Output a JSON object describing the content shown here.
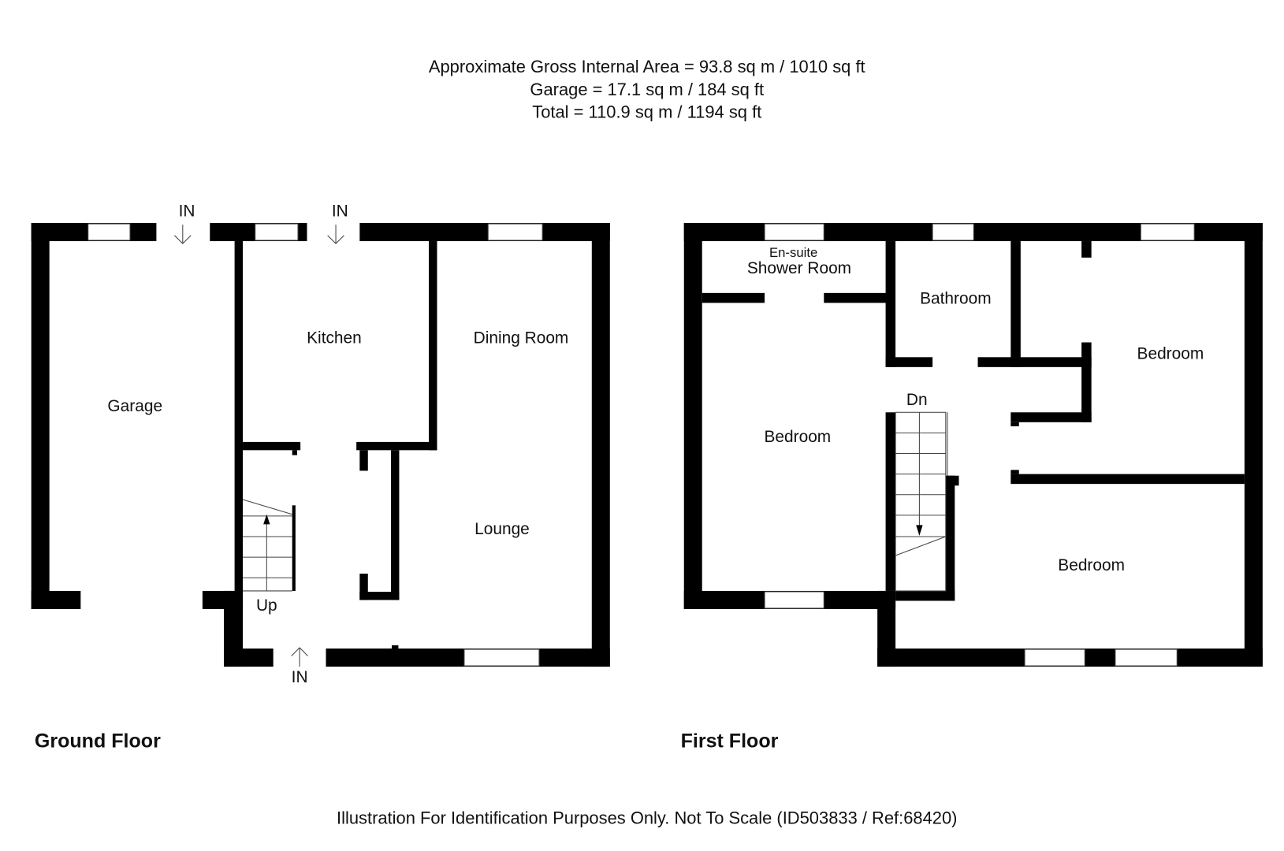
{
  "header": {
    "line1": "Approximate Gross Internal Area = 93.8 sq m / 1010 sq ft",
    "line2": "Garage = 17.1 sq m / 184 sq ft",
    "line3": "Total = 110.9 sq m / 1194 sq ft"
  },
  "ground_floor": {
    "title": "Ground Floor",
    "rooms": {
      "garage": "Garage",
      "kitchen": "Kitchen",
      "dining": "Dining Room",
      "lounge": "Lounge"
    },
    "stairs_label": "Up",
    "entrances": [
      "IN",
      "IN",
      "IN"
    ]
  },
  "first_floor": {
    "title": "First Floor",
    "rooms": {
      "ensuite_small": "En-suite",
      "ensuite": "Shower Room",
      "bathroom": "Bathroom",
      "bedroom_left": "Bedroom",
      "bedroom_right_top": "Bedroom",
      "bedroom_right_bottom": "Bedroom"
    },
    "stairs_label": "Dn"
  },
  "footer": "Illustration For Identification Purposes Only. Not To Scale (ID503833 / Ref:68420)"
}
